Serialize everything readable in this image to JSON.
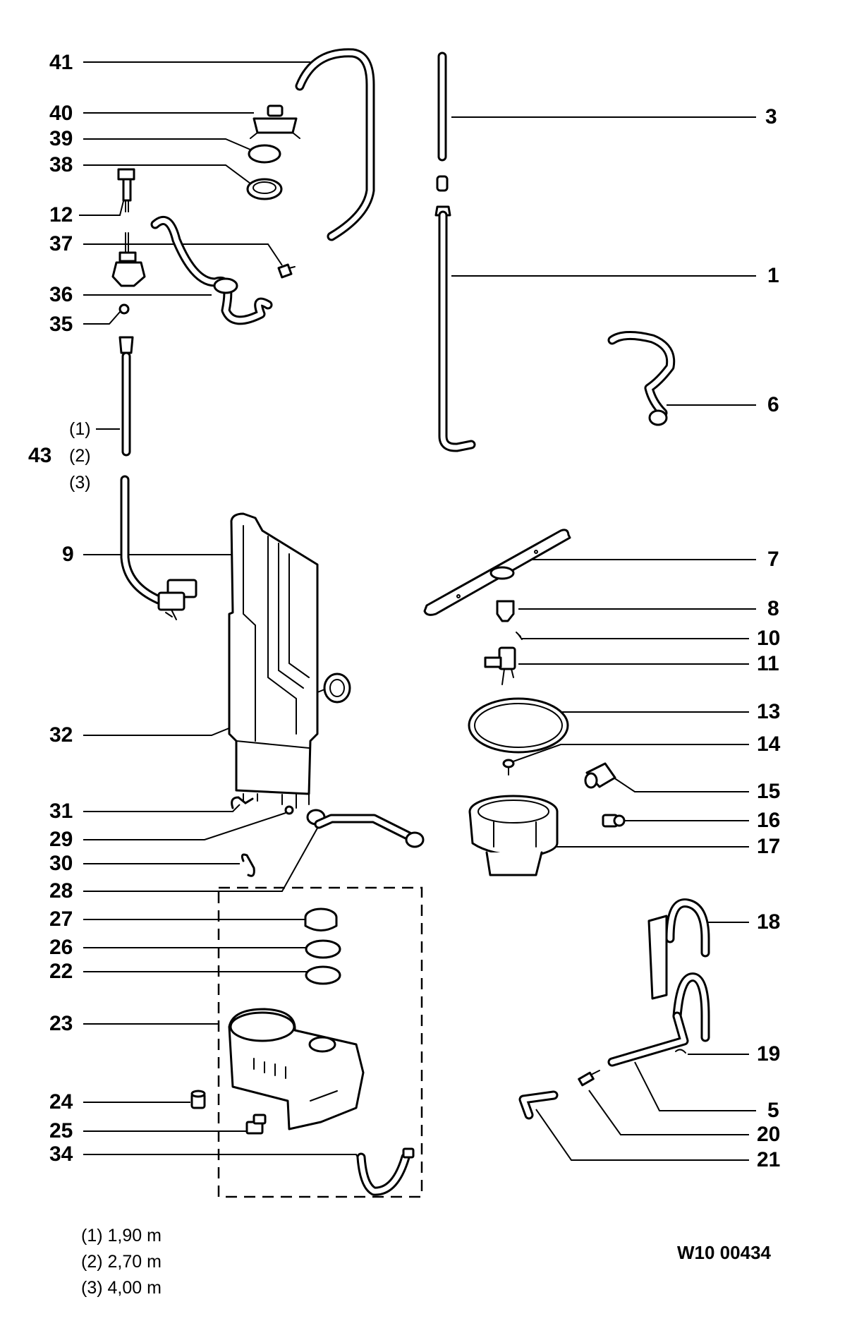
{
  "callouts": {
    "c41": "41",
    "c40": "40",
    "c39": "39",
    "c38": "38",
    "c12": "12",
    "c37": "37",
    "c36": "36",
    "c35": "35",
    "c43": "43",
    "c9": "9",
    "c32": "32",
    "c31": "31",
    "c29": "29",
    "c30": "30",
    "c28": "28",
    "c27": "27",
    "c26": "26",
    "c22": "22",
    "c23": "23",
    "c24": "24",
    "c25": "25",
    "c34": "34",
    "c3": "3",
    "c1": "1",
    "c6": "6",
    "c7": "7",
    "c8": "8",
    "c10": "10",
    "c11": "11",
    "c13": "13",
    "c14": "14",
    "c15": "15",
    "c16": "16",
    "c17": "17",
    "c18": "18",
    "c19": "19",
    "c5": "5",
    "c20": "20",
    "c21": "21"
  },
  "hose_variants": {
    "v1": "(1)",
    "v2": "(2)",
    "v3": "(3)"
  },
  "legend": {
    "l1": "(1) 1,90 m",
    "l2": "(2) 2,70 m",
    "l3": "(3) 4,00 m"
  },
  "drawing_code": "W10 00434"
}
